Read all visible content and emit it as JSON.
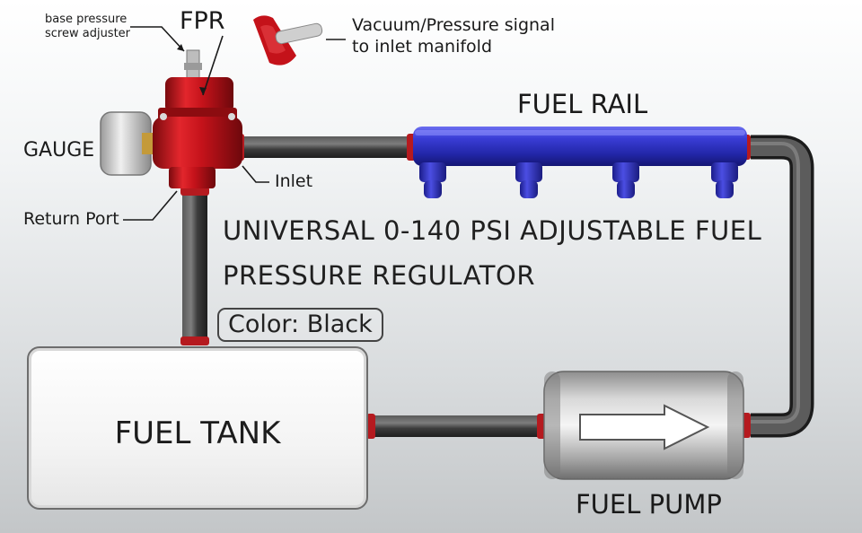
{
  "title_line1": "UNIVERSAL 0-140 PSI ADJUSTABLE FUEL",
  "title_line2": "PRESSURE REGULATOR",
  "color_text": "Color: Black",
  "labels": {
    "fpr": "FPR",
    "adjuster_line1": "base pressure",
    "adjuster_line2": "screw adjuster",
    "vacuum_line1": "Vacuum/Pressure signal",
    "vacuum_line2": "to inlet manifold",
    "fuel_rail": "FUEL RAIL",
    "gauge": "GAUGE",
    "inlet": "Inlet",
    "return_port": "Return Port",
    "fuel_tank": "FUEL TANK",
    "fuel_pump": "FUEL PUMP"
  },
  "colors": {
    "regulator": "#c4121a",
    "rail": "#2c2fc0",
    "hose": "#3a3a3a",
    "fitting": "#b51a1f"
  }
}
